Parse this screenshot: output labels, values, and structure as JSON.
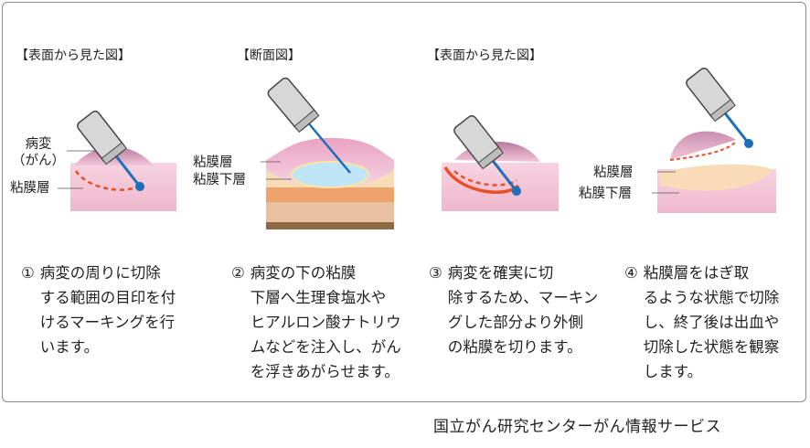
{
  "panels": [
    {
      "view_label": "【表面から見た図】",
      "labels": [
        "病変\n（がん）",
        "粘膜層"
      ],
      "step_number": "①",
      "description": "病変の周りに切除\nする範囲の目印を付\nけるマーキングを行\nいます。"
    },
    {
      "view_label": "【断面図】",
      "labels": [
        "粘膜層",
        "粘膜下層"
      ],
      "step_number": "②",
      "description": "病変の下の粘膜\n下層へ生理食塩水や\nヒアルロン酸ナトリウ\nムなどを注入し、がん\nを浮きあがらせます。"
    },
    {
      "view_label": "【表面から見た図】",
      "labels": [],
      "step_number": "③",
      "description": "病変を確実に切\n除するため、マーキン\nグした部分より外側\nの粘膜を切ります。"
    },
    {
      "view_label": "",
      "labels": [
        "粘膜層",
        "粘膜下層"
      ],
      "step_number": "④",
      "description": "粘膜層をはぎ取\nるような状態で切除\nし、終了後は出血や\n切除した状態を観察\nします。"
    }
  ],
  "credit": "国立がん研究センターがん情報サービス",
  "colors": {
    "mucosa_pink": "#f3c3d6",
    "lesion_mauve": "#c98fb0",
    "marking_red": "#e8502a",
    "needle_blue": "#1c6fb8",
    "saline_blue": "#bfe4f5",
    "submucosa_peach": "#f8dcb8",
    "muscle_orange": "#eea36c",
    "base_brown": "#8c6a46"
  }
}
